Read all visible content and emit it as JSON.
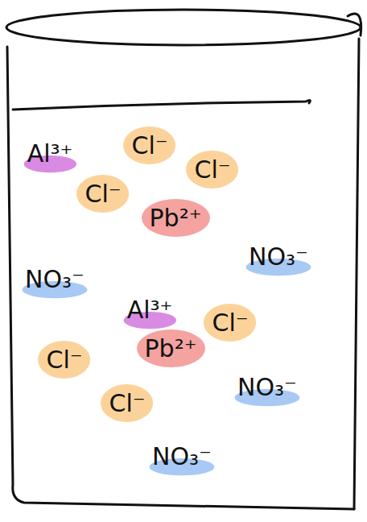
{
  "diagram": {
    "nodes": [
      {
        "text": [
          "Al³⁺"
        ]
      },
      {
        "text": [
          "Cl⁻"
        ]
      },
      {
        "text": [
          "Cl⁻"
        ]
      },
      {
        "text": [
          "Cl⁻"
        ]
      },
      {
        "text": [
          "Pb²⁺"
        ]
      },
      {
        "text": [
          "NO₃⁻"
        ]
      },
      {
        "text": [
          "NO₃⁻"
        ]
      },
      {
        "text": [
          "Al³⁺"
        ]
      },
      {
        "text": [
          "Cl⁻"
        ]
      },
      {
        "text": [
          "Pb²⁺"
        ]
      },
      {
        "text": [
          "Cl⁻"
        ]
      },
      {
        "text": [
          "NO₃⁻"
        ]
      },
      {
        "text": [
          "Cl⁻"
        ]
      },
      {
        "text": [
          "NO₃⁻"
        ]
      }
    ]
  }
}
